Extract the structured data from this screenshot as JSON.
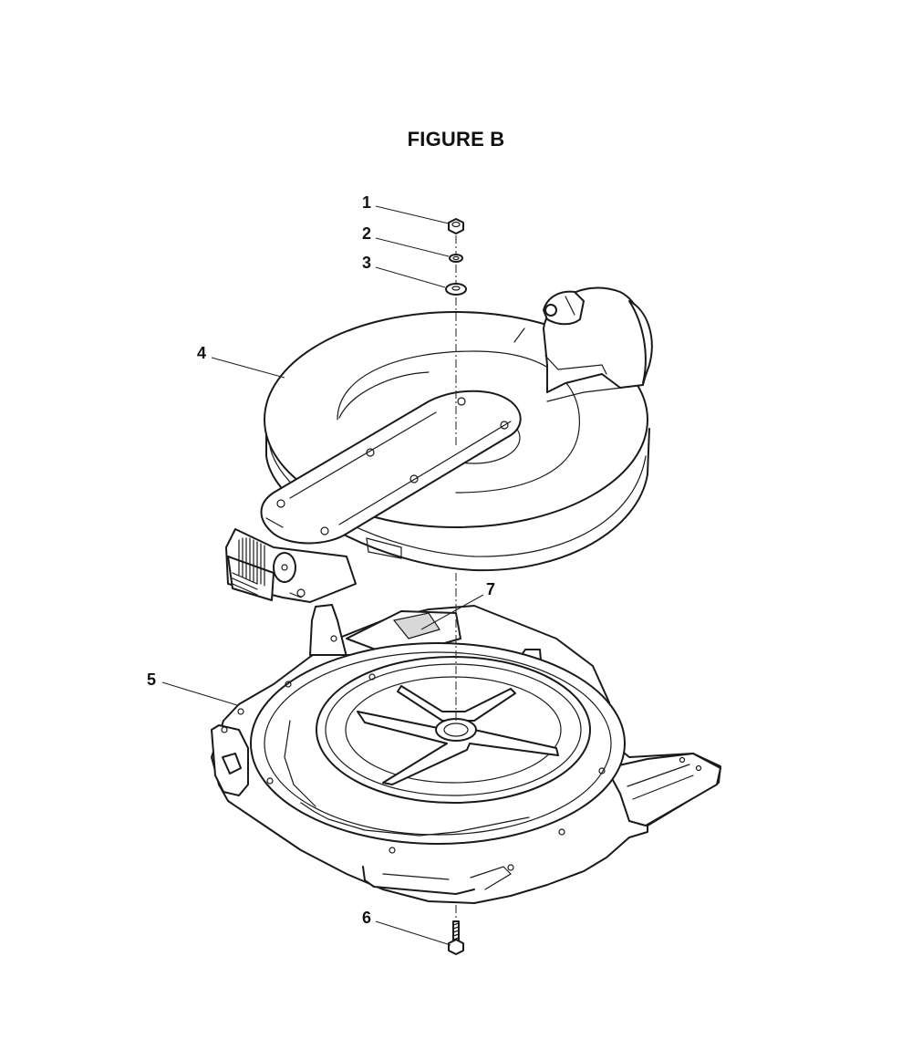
{
  "figure": {
    "title": "FIGURE B"
  },
  "callouts": [
    {
      "id": "1",
      "label": "1",
      "part": "hex-nut"
    },
    {
      "id": "2",
      "label": "2",
      "part": "lock-washer"
    },
    {
      "id": "3",
      "label": "3",
      "part": "flat-washer"
    },
    {
      "id": "4",
      "label": "4",
      "part": "turntable"
    },
    {
      "id": "5",
      "label": "5",
      "part": "base"
    },
    {
      "id": "6",
      "label": "6",
      "part": "pivot-bolt"
    },
    {
      "id": "7",
      "label": "7",
      "part": "label-plate"
    }
  ]
}
